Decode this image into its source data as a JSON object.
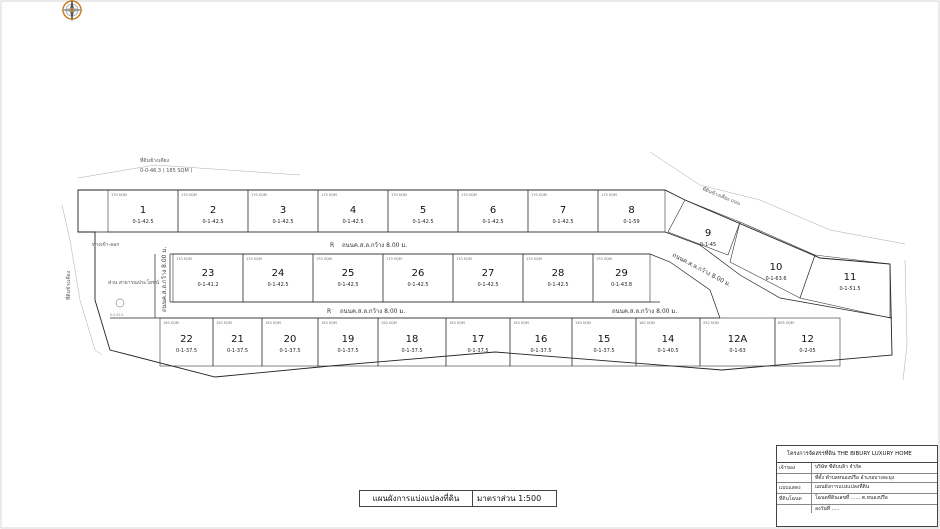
{
  "drawing": {
    "lots_row_top": [
      {
        "num": "1",
        "area": "0-1-42.5",
        "sqm": "170 SQM"
      },
      {
        "num": "2",
        "area": "0-1-42.5",
        "sqm": "170 SQM"
      },
      {
        "num": "3",
        "area": "0-1-42.5",
        "sqm": "170 SQM"
      },
      {
        "num": "4",
        "area": "0-1-42.5",
        "sqm": "170 SQM"
      },
      {
        "num": "5",
        "area": "0-1-42.5",
        "sqm": "170 SQM"
      },
      {
        "num": "6",
        "area": "0-1-42.5",
        "sqm": "170 SQM"
      },
      {
        "num": "7",
        "area": "0-1-42.5",
        "sqm": "170 SQM"
      },
      {
        "num": "8",
        "area": "0-1-59",
        "sqm": "170 SQM"
      }
    ],
    "lots_row_middle": [
      {
        "num": "23",
        "area": "0-1-41.2",
        "sqm": "170 SQM"
      },
      {
        "num": "24",
        "area": "0-1-42.5",
        "sqm": "170 SQM"
      },
      {
        "num": "25",
        "area": "0-1-42.5",
        "sqm": "170 SQM"
      },
      {
        "num": "26",
        "area": "0-1-42.5",
        "sqm": "170 SQM"
      },
      {
        "num": "27",
        "area": "0-1-42.5",
        "sqm": "170 SQM"
      },
      {
        "num": "28",
        "area": "0-1-42.5",
        "sqm": "170 SQM"
      },
      {
        "num": "29",
        "area": "0-1-43.8",
        "sqm": "170 SQM"
      }
    ],
    "lots_row_bottom": [
      {
        "num": "22",
        "area": "0-1-37.5",
        "sqm": "150 SQM"
      },
      {
        "num": "21",
        "area": "0-1-37.5",
        "sqm": "150 SQM"
      },
      {
        "num": "20",
        "area": "0-1-37.5",
        "sqm": "150 SQM"
      },
      {
        "num": "19",
        "area": "0-1-37.5",
        "sqm": "150 SQM"
      },
      {
        "num": "18",
        "area": "0-1-37.5",
        "sqm": "150 SQM"
      },
      {
        "num": "17",
        "area": "0-1-37.5",
        "sqm": "150 SQM"
      },
      {
        "num": "16",
        "area": "0-1-37.5",
        "sqm": "150 SQM"
      },
      {
        "num": "15",
        "area": "0-1-37.5",
        "sqm": "150 SQM"
      },
      {
        "num": "14",
        "area": "0-1-40.5",
        "sqm": "162 SQM"
      },
      {
        "num": "12A",
        "area": "0-1-63",
        "sqm": "252 SQM"
      },
      {
        "num": "12",
        "area": "0-2-05",
        "sqm": "805 SQM"
      }
    ],
    "lots_east": [
      {
        "num": "9",
        "area": "0-1-45"
      },
      {
        "num": "10",
        "area": "0-1-63.6"
      },
      {
        "num": "11",
        "area": "0-1-51.5"
      }
    ],
    "roads": {
      "road_north": "ถนนค.ส.ล.กว้าง 8.00 ม.",
      "road_south": "ถนนค.ส.ล.กว้าง 8.00 ม.",
      "road_west": "ถนนค.ส.ล.กว้าง 8.00 ม.",
      "road_east": "ถนนค.ส.ล.กว้าง 8.00 ม.",
      "road_marker": "R",
      "entrance": "ทางเข้า-ออก",
      "common": "ส่วน สาธารณประโยชน์",
      "common_area": "0-0-52.0"
    },
    "notes": {
      "north_neighbor": "ที่ดินข้างเคียง",
      "north_area": "0-0-46.3 ( 185 SQM )",
      "east_neighbor": "ที่ดินข้างเคียง ถนน",
      "west_neighbor": "ที่ดินข้างเคียง"
    },
    "symbols": {
      "compass": "compass-rose-icon"
    }
  },
  "caption": {
    "title": "แผนผังการแบ่งแปลงที่ดิน",
    "scale": "มาตราส่วน 1:500"
  },
  "title_block": {
    "project_label": "โครงการจัดสรรที่ดิน",
    "project_name": "THE BIBURY LUXURY HOME",
    "rows": [
      {
        "label": "เจ้าของ",
        "value": "บริษัท ซีดับบลิว จำกัด"
      },
      {
        "label": "",
        "value": "ที่ตั้ง ตำบลหนองปรือ อำเภอบางละมุง"
      },
      {
        "label": "แบบแสดง",
        "value": "แผนผังการแบ่งแปลงที่ดิน"
      },
      {
        "label": "ที่ดินโฉนด",
        "value": "โฉนดที่ดินเลขที่ ...... ต.หนองปรือ"
      },
      {
        "label": "",
        "value": "ลงวันที่ ....."
      }
    ]
  },
  "colors": {
    "line": "#222222",
    "thin": "#999999",
    "paper": "#ffffff"
  }
}
